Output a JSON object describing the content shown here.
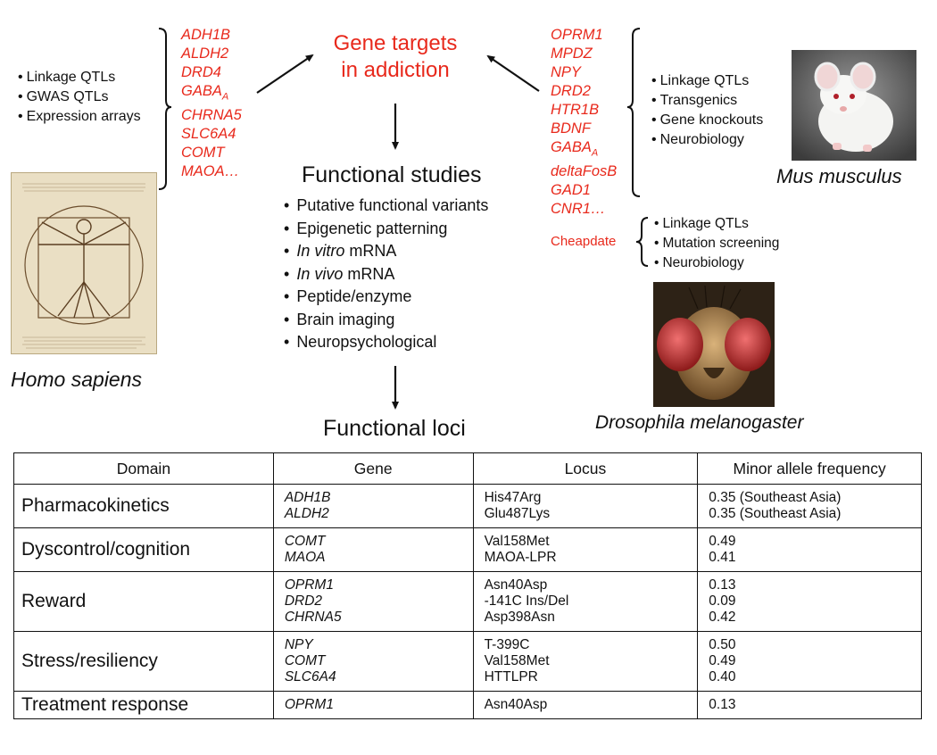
{
  "center": {
    "title_line1": "Gene targets",
    "title_line2": "in addiction",
    "functional_studies": "Functional studies",
    "studies": [
      {
        "prefix": "",
        "italic": "",
        "text": "Putative functional variants"
      },
      {
        "prefix": "",
        "italic": "",
        "text": "Epigenetic patterning"
      },
      {
        "prefix": "",
        "italic": "In vitro",
        "text": " mRNA"
      },
      {
        "prefix": "",
        "italic": "In vivo",
        "text": " mRNA"
      },
      {
        "prefix": "",
        "italic": "",
        "text": "Peptide/enzyme"
      },
      {
        "prefix": "",
        "italic": "",
        "text": "Brain imaging"
      },
      {
        "prefix": "",
        "italic": "",
        "text": "Neuropsychological"
      }
    ],
    "functional_loci": "Functional loci"
  },
  "human": {
    "methods": [
      "Linkage QTLs",
      "GWAS QTLs",
      "Expression arrays"
    ],
    "genes": [
      "ADH1B",
      "ALDH2",
      "DRD4",
      "GABA",
      "CHRNA5",
      "SLC6A4",
      "COMT",
      "MAOA…"
    ],
    "gaba_subscript": "A",
    "species": "Homo sapiens"
  },
  "mouse": {
    "genes": [
      "OPRM1",
      "MPDZ",
      "NPY",
      "DRD2",
      "HTR1B",
      "BDNF",
      "GABA",
      "deltaFosB",
      "GAD1",
      "CNR1…"
    ],
    "gaba_subscript": "A",
    "methods": [
      "Linkage QTLs",
      "Transgenics",
      "Gene knockouts",
      "Neurobiology"
    ],
    "species": "Mus musculus"
  },
  "fly": {
    "gene": "Cheapdate",
    "methods": [
      "Linkage QTLs",
      "Mutation screening",
      "Neurobiology"
    ],
    "species": "Drosophila melanogaster"
  },
  "table": {
    "headers": [
      "Domain",
      "Gene",
      "Locus",
      "Minor allele frequency"
    ],
    "rows": [
      {
        "domain": "Pharmacokinetics",
        "genes": [
          "ADH1B",
          "ALDH2"
        ],
        "loci": [
          "His47Arg",
          "Glu487Lys"
        ],
        "freqs": [
          "0.35 (Southeast Asia)",
          "0.35 (Southeast Asia)"
        ]
      },
      {
        "domain": "Dyscontrol/cognition",
        "genes": [
          "COMT",
          "MAOA"
        ],
        "loci": [
          "Val158Met",
          "MAOA-LPR"
        ],
        "freqs": [
          "0.49",
          "0.41"
        ]
      },
      {
        "domain": "Reward",
        "genes": [
          "OPRM1",
          "DRD2",
          "CHRNA5"
        ],
        "loci": [
          "Asn40Asp",
          "-141C Ins/Del",
          "Asp398Asn"
        ],
        "freqs": [
          "0.13",
          "0.09",
          "0.42"
        ]
      },
      {
        "domain": "Stress/resiliency",
        "genes": [
          "NPY",
          "COMT",
          "SLC6A4"
        ],
        "loci": [
          "T-399C",
          "Val158Met",
          "HTTLPR"
        ],
        "freqs": [
          "0.50",
          "0.49",
          "0.40"
        ]
      },
      {
        "domain": "Treatment response",
        "genes": [
          "OPRM1"
        ],
        "loci": [
          "Asn40Asp"
        ],
        "freqs": [
          "0.13"
        ]
      }
    ]
  }
}
